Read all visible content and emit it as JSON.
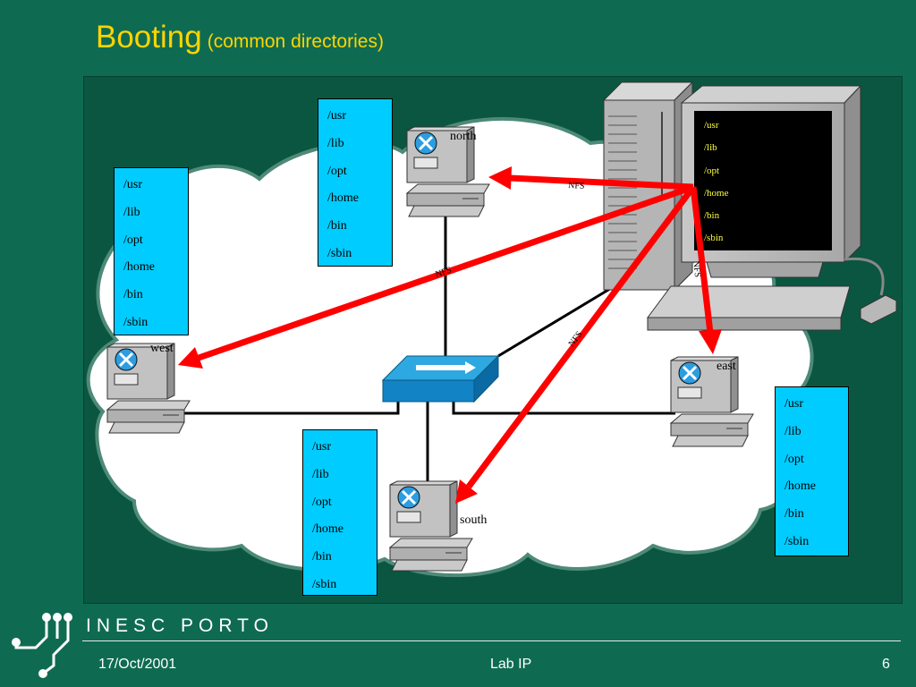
{
  "title": {
    "main": "Booting",
    "sub": "(common directories)"
  },
  "directories": [
    "/usr",
    "/lib",
    "/opt",
    "/home",
    "/bin",
    "/sbin"
  ],
  "hosts": {
    "north": "north",
    "west": "west",
    "east": "east",
    "south": "south"
  },
  "link_label": "NFS",
  "footer": {
    "date": "17/Oct/2001",
    "center": "Lab IP",
    "page": "6"
  },
  "logo": {
    "text": "INESC PORTO"
  },
  "colors": {
    "background": "#0e6b52",
    "title": "#ffd400",
    "dirbox": "#00ccff",
    "arrow": "#ff0000",
    "screen_text": "#ffff40"
  }
}
